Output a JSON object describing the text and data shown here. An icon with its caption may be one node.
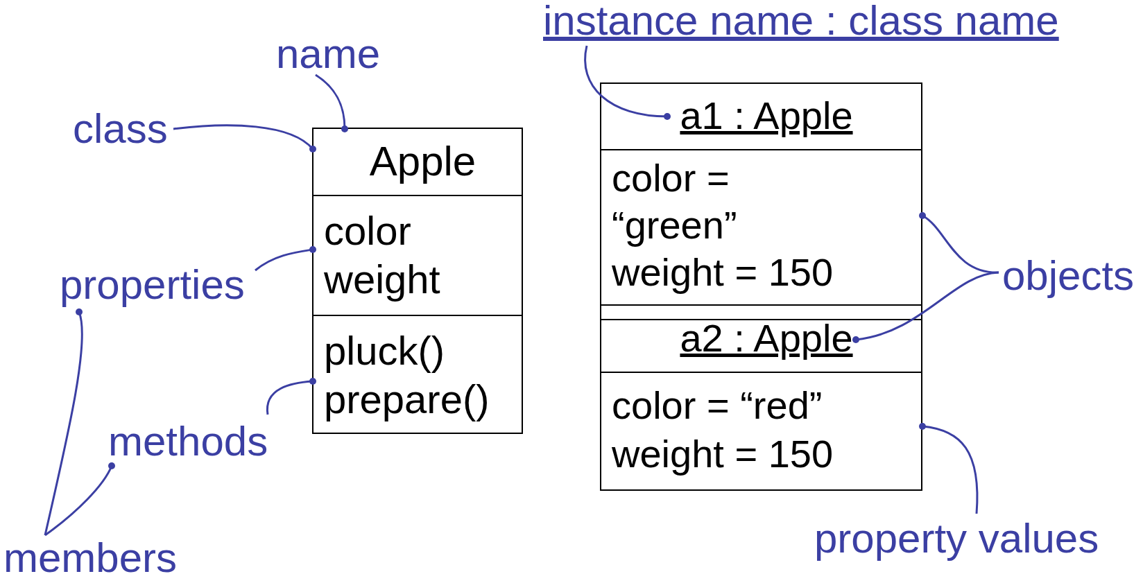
{
  "diagram": {
    "nodes": [
      {
        "text": [],
        "shape": "box"
      },
      {
        "text": [
          "Apple"
        ],
        "in": 0
      },
      {
        "text": [
          "color",
          "weight"
        ],
        "in": 0
      },
      {
        "text": [
          "pluck()",
          "prepare()"
        ],
        "in": 0
      },
      {
        "text": [],
        "shape": "box"
      },
      {
        "text": [
          "a1 : Apple"
        ],
        "in": 4
      },
      {
        "text": [
          "color = “green”",
          "weight = 150"
        ],
        "in": 4
      },
      {
        "text": [],
        "shape": "box"
      },
      {
        "text": [
          "a2 : Apple"
        ],
        "in": 7
      },
      {
        "text": [
          "color = “red”",
          "weight = 150"
        ],
        "in": 7
      },
      {
        "text": [
          "class"
        ]
      },
      {
        "text": [
          "name"
        ]
      },
      {
        "text": [
          "properties"
        ]
      },
      {
        "text": [
          "methods"
        ]
      },
      {
        "text": [
          "members"
        ]
      },
      {
        "text": [
          "instance name : class name"
        ]
      },
      {
        "text": [
          "objects"
        ]
      },
      {
        "text": [
          "property values"
        ]
      }
    ],
    "edges": [
      {
        "from": 10,
        "to": 0,
        "arrow": "other"
      },
      {
        "from": 11,
        "to": 1,
        "arrow": "other"
      },
      {
        "from": 12,
        "to": 2,
        "arrow": "other"
      },
      {
        "from": 13,
        "to": 3,
        "arrow": "other"
      },
      {
        "from": 14,
        "to": 12,
        "arrow": "other"
      },
      {
        "from": 14,
        "to": 13,
        "arrow": "other"
      },
      {
        "from": 15,
        "to": 5,
        "arrow": "other"
      },
      {
        "from": 16,
        "to": 6,
        "arrow": "other"
      },
      {
        "from": 16,
        "to": 8,
        "arrow": "other"
      },
      {
        "from": 17,
        "to": 9,
        "arrow": "other"
      }
    ]
  }
}
